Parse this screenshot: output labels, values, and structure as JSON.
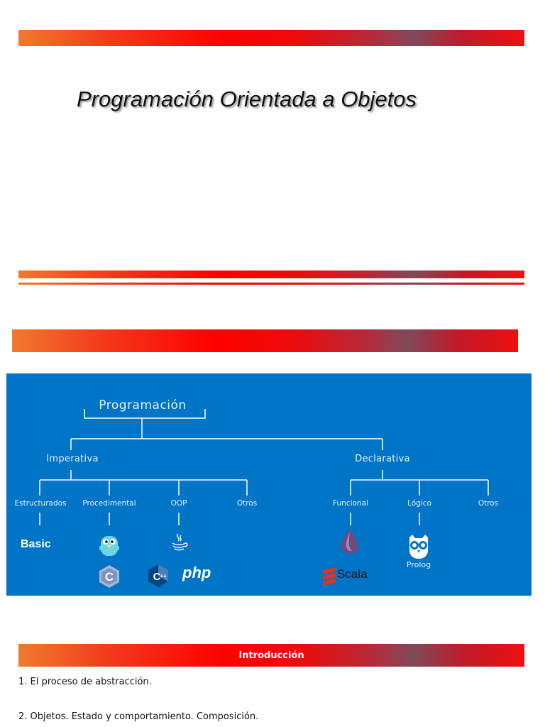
{
  "title": "Programación Orientada a Objetos",
  "diagram": {
    "root": "Programación",
    "branches": {
      "imperativa": "Imperativa",
      "declarativa": "Declarativa"
    },
    "imperative_children": [
      "Estructurados",
      "Procedimental",
      "OOP",
      "Otros"
    ],
    "declarative_children": [
      "Funcional",
      "Lógico",
      "Otros"
    ],
    "languages": {
      "basic": "Basic",
      "php": "php",
      "scala": "Scala",
      "prolog": "Prolog"
    },
    "colors": {
      "panel": "#0074c7",
      "line": "#ffffff"
    }
  },
  "section": {
    "header": "Introducción",
    "items": [
      "1. El proceso de abstracción.",
      "2. Objetos. Estado y comportamiento. Composición."
    ]
  },
  "icons": [
    "go-gopher-icon",
    "c-language-icon",
    "java-icon",
    "cpp-language-icon",
    "elixir-icon",
    "scala-icon",
    "prolog-owl-icon"
  ]
}
